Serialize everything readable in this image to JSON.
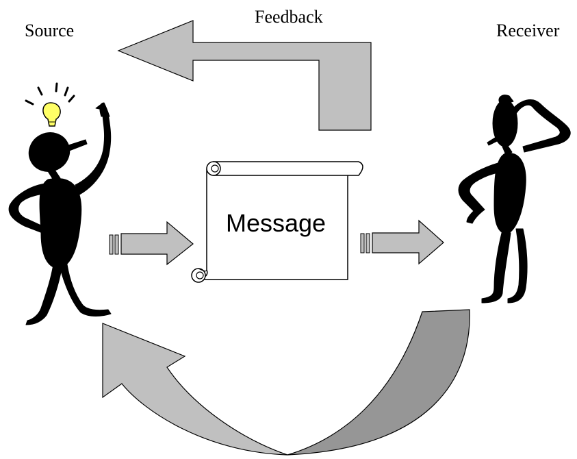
{
  "labels": {
    "source": "Source",
    "feedback": "Feedback",
    "receiver": "Receiver",
    "message": "Message"
  },
  "colors": {
    "arrow_light": "#c0c0c0",
    "arrow_dark": "#969696",
    "figure": "#000000",
    "bulb": "#ffff66",
    "scroll": "#ffffff"
  }
}
